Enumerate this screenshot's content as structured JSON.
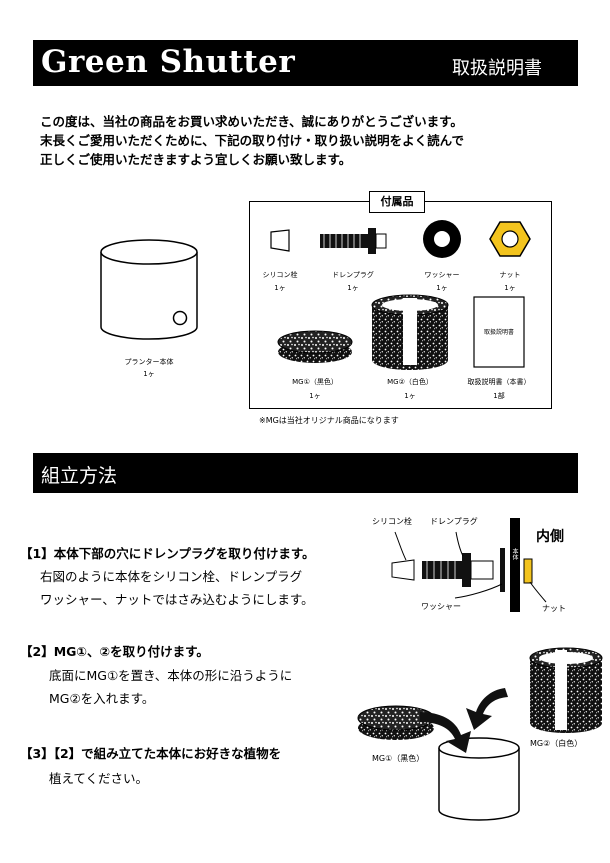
{
  "header": {
    "title": "Green Shutter",
    "subtitle": "取扱説明書"
  },
  "intro": [
    "この度は、当社の商品をお買い求めいただき、誠にありがとうございます。",
    "末長くご愛用いただくために、下記の取り付け・取り扱い説明をよく読んで",
    "正しくご使用いただきますよう宜しくお願い致します。"
  ],
  "planter": {
    "name": "プランター本体",
    "qty": "1ヶ"
  },
  "accessories": {
    "title": "付属品",
    "items": [
      {
        "name": "シリコン栓",
        "qty": "1ヶ"
      },
      {
        "name": "ドレンプラグ",
        "qty": "1ヶ"
      },
      {
        "name": "ワッシャー",
        "qty": "1ヶ"
      },
      {
        "name": "ナット",
        "qty": "1ヶ"
      },
      {
        "name": "MG①（黒色）",
        "qty": "1ヶ"
      },
      {
        "name": "MG②（白色）",
        "qty": "1ヶ"
      },
      {
        "name": "取扱説明書（本書）",
        "qty": "1部"
      }
    ],
    "booklet": "取扱説明書",
    "note": "※MGは当社オリジナル商品になります"
  },
  "section": {
    "title": "組立方法"
  },
  "steps": {
    "s1": {
      "head": "【1】本体下部の穴にドレンプラグを取り付けます。",
      "l1": "右図のように本体をシリコン栓、ドレンプラグ",
      "l2": "ワッシャー、ナットではさみ込むようにします。"
    },
    "s2": {
      "head": "【2】MG①、②を取り付けます。",
      "l1": "底面にMG①を置き、本体の形に沿うように",
      "l2": "MG②を入れます。"
    },
    "s3": {
      "head": "【3】【2】で組み立てた本体にお好きな植物を",
      "l1": "植えてください。"
    }
  },
  "fig1": {
    "silicone": "シリコン栓",
    "drain": "ドレンプラグ",
    "washer": "ワッシャー",
    "nut": "ナット",
    "inside": "内側",
    "wall": "本体"
  },
  "fig2": {
    "mg1": "MG①（黒色）",
    "mg2": "MG②（白色）"
  }
}
